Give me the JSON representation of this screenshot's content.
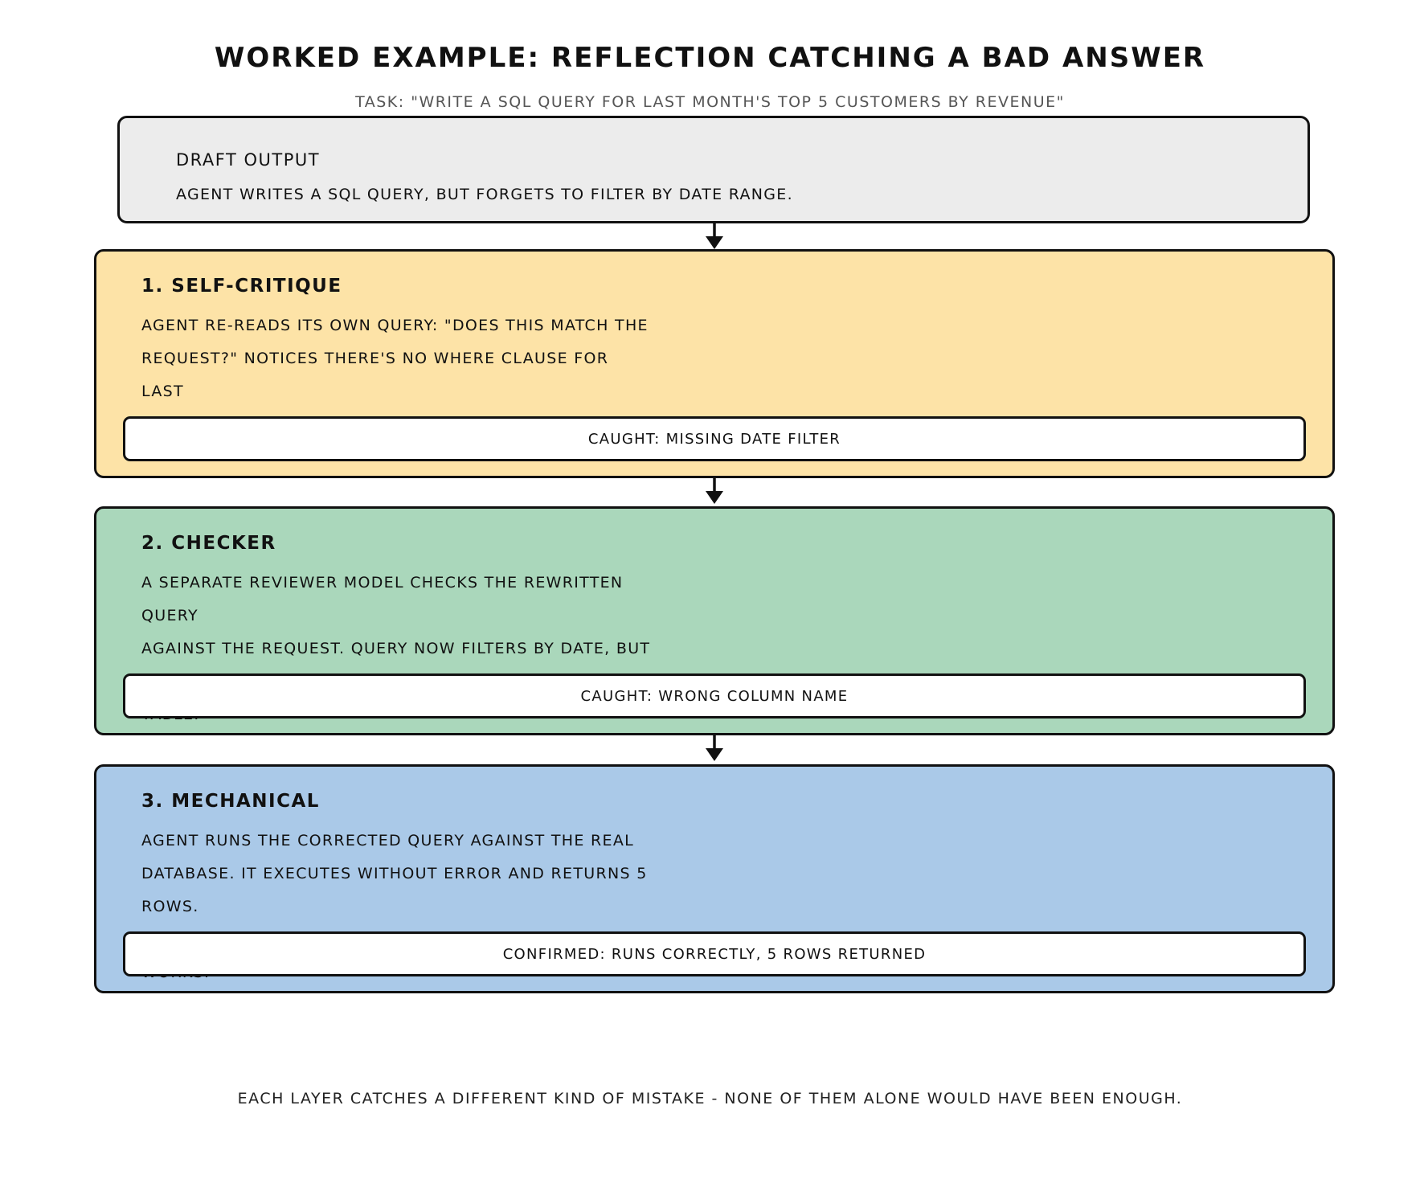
{
  "title": "Worked Example: Reflection Catching a Bad Answer",
  "subtitle": "Task: \"Write a SQL query for last month's top 5 customers by revenue\"",
  "draft": {
    "heading": "Draft Output",
    "body": "Agent writes a SQL query, but forgets to filter by date range."
  },
  "layers": [
    {
      "heading": "1. Self-Critique",
      "body": "Agent re-reads its own query: \"Does this match the\nrequest?\" Notices there's no WHERE clause for last\nmonth. Flags it as incomplete.",
      "result": "Caught: missing date filter",
      "color": "#fde3a7"
    },
    {
      "heading": "2. Checker",
      "body": "A separate reviewer model checks the rewritten query\nagainst the request. Query now filters by date, but\nthe column used (order_date) doesn't exist in the table.",
      "result": "Caught: wrong column name",
      "color": "#aad7bb"
    },
    {
      "heading": "3. Mechanical",
      "body": "Agent runs the corrected query against the real\ndatabase. It executes without error and returns 5 rows.\nThis is the only layer that proves it actually works.",
      "result": "Confirmed: runs correctly, 5 rows returned",
      "color": "#aac9e8"
    }
  ],
  "footer": "Each layer catches a different kind of mistake - none of them alone would have been enough."
}
